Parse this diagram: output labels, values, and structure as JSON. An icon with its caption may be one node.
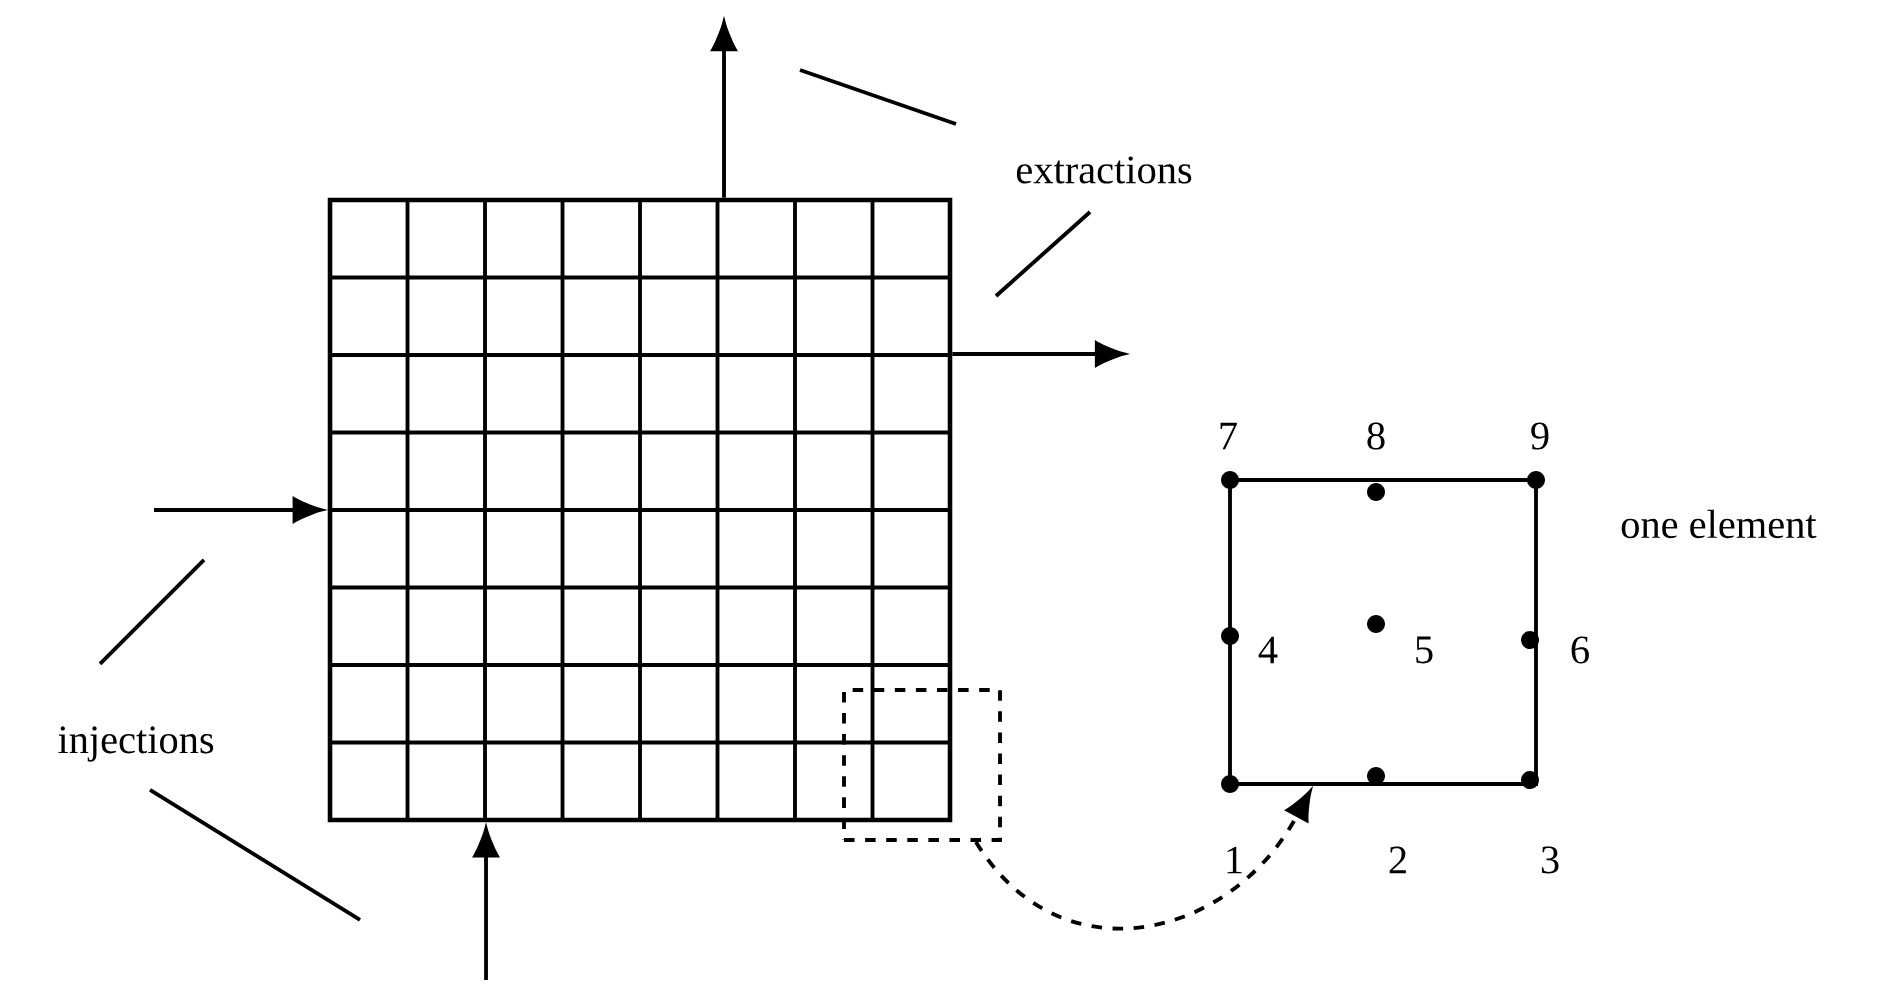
{
  "diagram": {
    "nodes": [
      {
        "text": [],
        "shape": "grid"
      },
      {
        "text": [],
        "shape": "box"
      },
      {
        "text": [],
        "shape": "box",
        "beside": [
          "one element"
        ]
      }
    ],
    "edges": [
      {
        "from": null,
        "to": 0,
        "arrow": "to"
      },
      {
        "from": null,
        "to": 0,
        "arrow": "to"
      },
      {
        "from": 0,
        "to": null,
        "arrow": "to"
      },
      {
        "from": 0,
        "to": null,
        "arrow": "to"
      },
      {
        "from": 1,
        "to": 2,
        "arrow": "to",
        "style": "dashed"
      }
    ],
    "labels": [
      "extractions",
      "7",
      "8",
      "9",
      "4",
      "5",
      "6",
      "injections",
      "1",
      "2",
      "3"
    ]
  }
}
